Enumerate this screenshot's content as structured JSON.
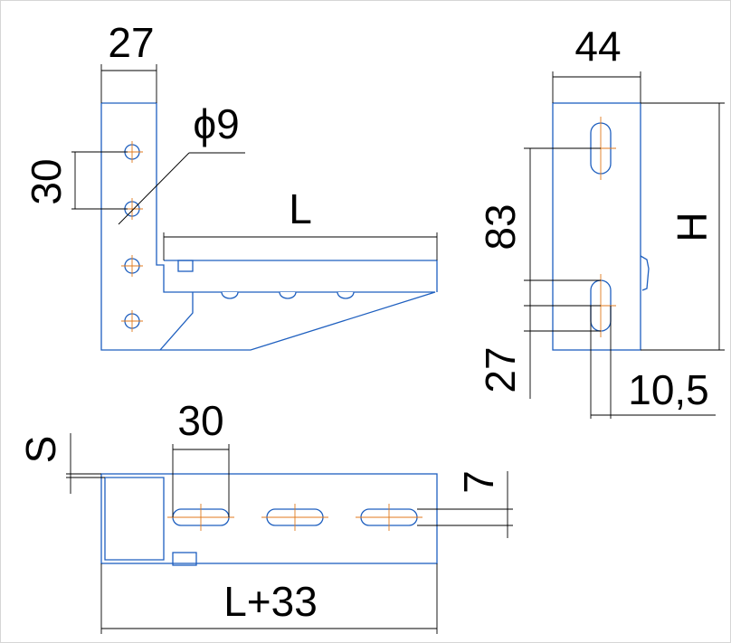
{
  "drawing": {
    "part_color": "#1e5fbf",
    "dimension_color": "#000000",
    "centerline_color": "#e07a1c",
    "background": "#ffffff"
  },
  "dimensions": {
    "front_width": "27",
    "hole_diameter": "ϕ9",
    "hole_pitch": "30",
    "arm_length": "L",
    "side_width": "44",
    "slot_spacing": "83",
    "height": "H",
    "slot_offset": "27",
    "slot_position": "10,5",
    "thickness": "S",
    "slot_pitch_top": "30",
    "slot_width": "7",
    "total_length": "L+33"
  }
}
